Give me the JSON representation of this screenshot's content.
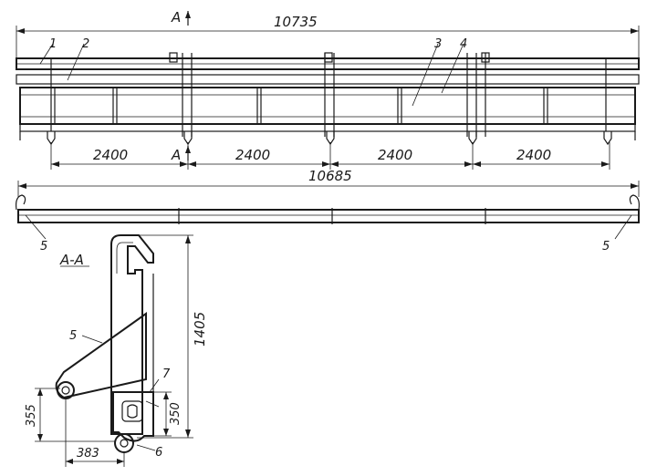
{
  "labels": {
    "section_mark_top": "A",
    "section_mark_mid": "A",
    "section_title": "A-A",
    "part1": "1",
    "part2": "2",
    "part3": "3",
    "part4": "4",
    "part5_left": "5",
    "part5_right": "5",
    "part5_section": "5",
    "part6": "6",
    "part7": "7"
  },
  "dimensions": {
    "overall_top": "10735",
    "span1": "2400",
    "span2": "2400",
    "span3": "2400",
    "span4": "2400",
    "overall_bottom": "10685",
    "height": "1405",
    "left_height": "355",
    "inner_height": "350",
    "width_bottom": "383"
  }
}
